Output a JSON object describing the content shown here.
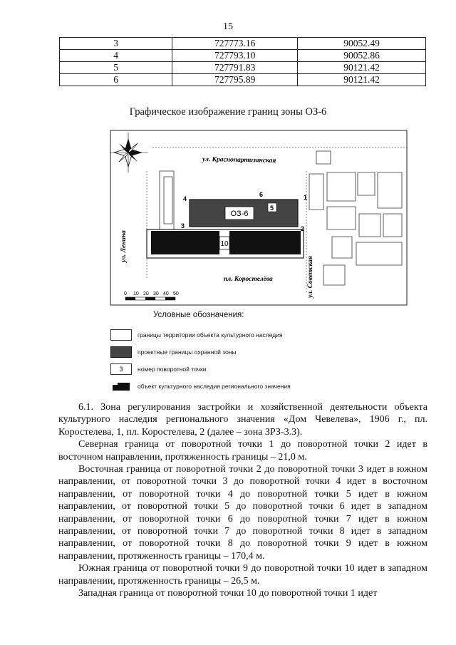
{
  "page_number": "15",
  "coords_table": {
    "rows": [
      [
        "3",
        "727773.16",
        "90052.49"
      ],
      [
        "4",
        "727793.10",
        "90052.86"
      ],
      [
        "5",
        "727791.83",
        "90121.42"
      ],
      [
        "6",
        "727795.89",
        "90121.42"
      ]
    ]
  },
  "figure_title": "Графическое изображение границ зоны ОЗ-6",
  "map": {
    "street_north": "ул. Краснопартизанская",
    "street_west": "ул. Ленина",
    "street_east": "ул. Советская",
    "street_south": "пл. Коростелёва",
    "zone_label": "ОЗ-6",
    "block_label": "10",
    "points": [
      "1",
      "2",
      "3",
      "4",
      "5",
      "6"
    ],
    "scale_ticks": [
      "0",
      "10",
      "20",
      "30",
      "40",
      "50"
    ]
  },
  "legend": {
    "title": "Условные обозначения:",
    "items": [
      "границы территории объекта культурного наследия",
      "проектные границы охранной зоны",
      "номер поворотной точки",
      "объект культурного наследия регионального значения"
    ],
    "number_sample": "3"
  },
  "paragraphs": [
    "6.1. Зона регулирования застройки и хозяйственной деятельности объекта культурного наследия регионального значения «Дом Чевелева», 1906 г., пл. Коростелева, 1, пл. Коростелева, 2 (далее – зона ЗРЗ-3.3).",
    "Северная граница от поворотной точки 1 до поворотной точки 2 идет в восточном направлении, протяженность границы – 21,0 м.",
    "Восточная граница от поворотной точки 2 до поворотной точки 3 идет в южном направлении, от поворотной точки 3 до поворотной точки 4 идет в восточном направлении, от поворотной точки 4 до поворотной точки 5 идет в южном направлении, от поворотной точки 5 до поворотной точки 6 идет в западном направлении, от поворотной точки 6 до поворотной точки 7 идет в южном направлении, от поворотной точки 7 до поворотной точки 8 идет в западном направлении, от поворотной точки 8 до поворотной точки 9 идет в южном направлении, протяженность границы – 170,4 м.",
    "Южная граница от поворотной точки 9 до поворотной точки 10 идет в западном направлении, протяженность границы – 26,5 м.",
    "Западная граница от поворотной точки 10 до поворотной точки 1 идет"
  ]
}
